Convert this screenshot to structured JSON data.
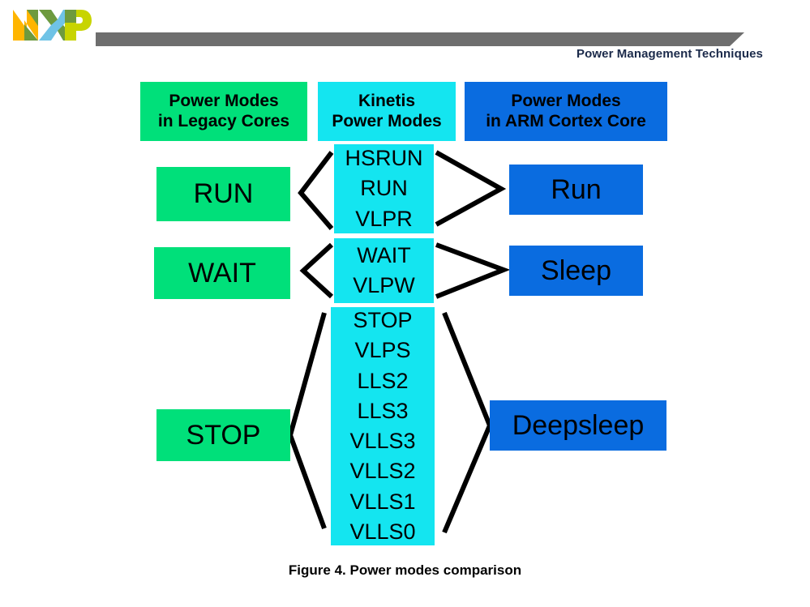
{
  "header": {
    "logo_alt": "NXP",
    "title": "Power Management Techniques",
    "bar_color": "#6E6E6E",
    "title_color": "#1b2a4a"
  },
  "colors": {
    "legacy_green": "#00E07A",
    "kinetis_cyan": "#14E5F0",
    "arm_blue": "#0A6CE0",
    "connector": "#000000"
  },
  "columns": {
    "legacy": {
      "title_line1": "Power Modes",
      "title_line2": "in Legacy Cores"
    },
    "kinetis": {
      "title_line1": "Kinetis",
      "title_line2": "Power Modes"
    },
    "arm": {
      "title_line1": "Power Modes",
      "title_line2": "in ARM Cortex Core"
    }
  },
  "rows": [
    {
      "legacy": "RUN",
      "kinetis": [
        "HSRUN",
        "RUN",
        "VLPR"
      ],
      "arm": "Run"
    },
    {
      "legacy": "WAIT",
      "kinetis": [
        "WAIT",
        "VLPW"
      ],
      "arm": "Sleep"
    },
    {
      "legacy": "STOP",
      "kinetis": [
        "STOP",
        "VLPS",
        "LLS2",
        "LLS3",
        "VLLS3",
        "VLLS2",
        "VLLS1",
        "VLLS0"
      ],
      "arm": "Deepsleep"
    }
  ],
  "kinetis_flat": {
    "run_1": "HSRUN",
    "run_2": "RUN",
    "run_3": "VLPR",
    "wait_1": "WAIT",
    "wait_2": "VLPW",
    "stop_1": "STOP",
    "stop_2": "VLPS",
    "stop_3": "LLS2",
    "stop_4": "LLS3",
    "stop_5": "VLLS3",
    "stop_6": "VLLS2",
    "stop_7": "VLLS1",
    "stop_8": "VLLS0"
  },
  "caption": "Figure 4. Power modes comparison"
}
